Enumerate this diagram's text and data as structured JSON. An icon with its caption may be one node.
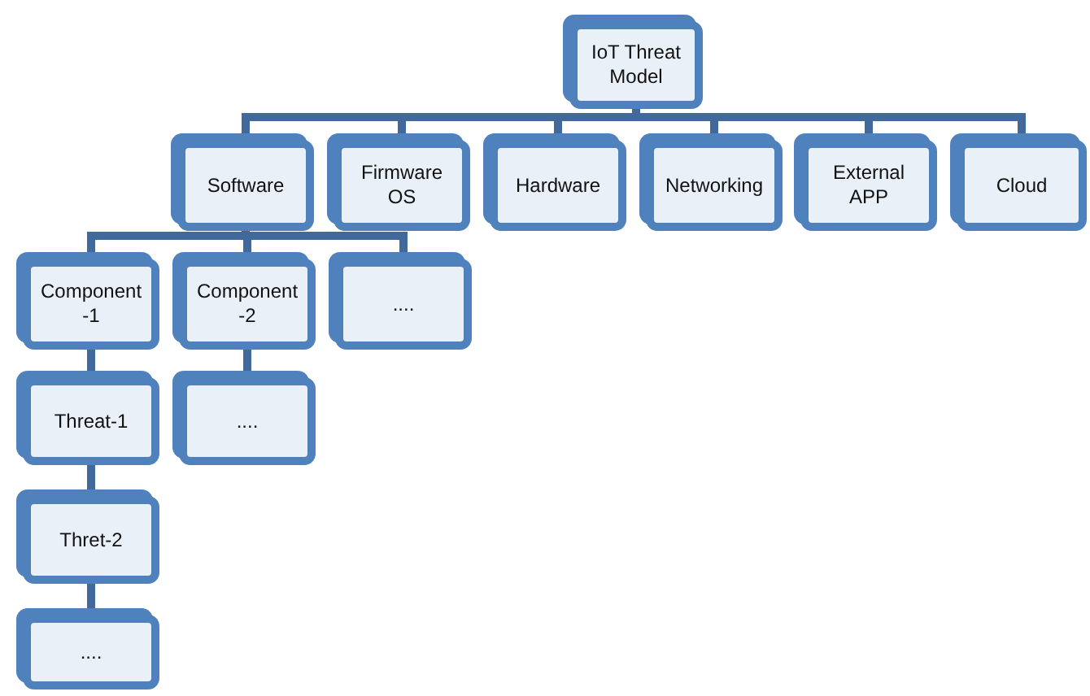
{
  "diagram": {
    "nodes": [
      {
        "text": [
          "IoT Threat Model"
        ]
      },
      {
        "text": [
          "Software"
        ]
      },
      {
        "text": [
          "Firmware OS"
        ]
      },
      {
        "text": [
          "Hardware"
        ]
      },
      {
        "text": [
          "Networking"
        ]
      },
      {
        "text": [
          "External APP"
        ]
      },
      {
        "text": [
          "Cloud"
        ]
      },
      {
        "text": [
          "Component -1"
        ]
      },
      {
        "text": [
          "Component -2"
        ]
      },
      {
        "text": [
          "...."
        ]
      },
      {
        "text": [
          "Threat-1"
        ]
      },
      {
        "text": [
          "...."
        ]
      },
      {
        "text": [
          "Thret-2"
        ]
      },
      {
        "text": [
          "...."
        ]
      }
    ],
    "edges": [
      {
        "from": 0,
        "to": 1,
        "arrow": "none"
      },
      {
        "from": 0,
        "to": 2,
        "arrow": "none"
      },
      {
        "from": 0,
        "to": 3,
        "arrow": "none"
      },
      {
        "from": 0,
        "to": 4,
        "arrow": "none"
      },
      {
        "from": 0,
        "to": 5,
        "arrow": "none"
      },
      {
        "from": 0,
        "to": 6,
        "arrow": "none"
      },
      {
        "from": 1,
        "to": 7,
        "arrow": "none"
      },
      {
        "from": 1,
        "to": 8,
        "arrow": "none"
      },
      {
        "from": 1,
        "to": 9,
        "arrow": "none"
      },
      {
        "from": 7,
        "to": 10,
        "arrow": "none"
      },
      {
        "from": 8,
        "to": 11,
        "arrow": "none"
      },
      {
        "from": 10,
        "to": 12,
        "arrow": "none"
      },
      {
        "from": 12,
        "to": 13,
        "arrow": "none"
      }
    ]
  }
}
